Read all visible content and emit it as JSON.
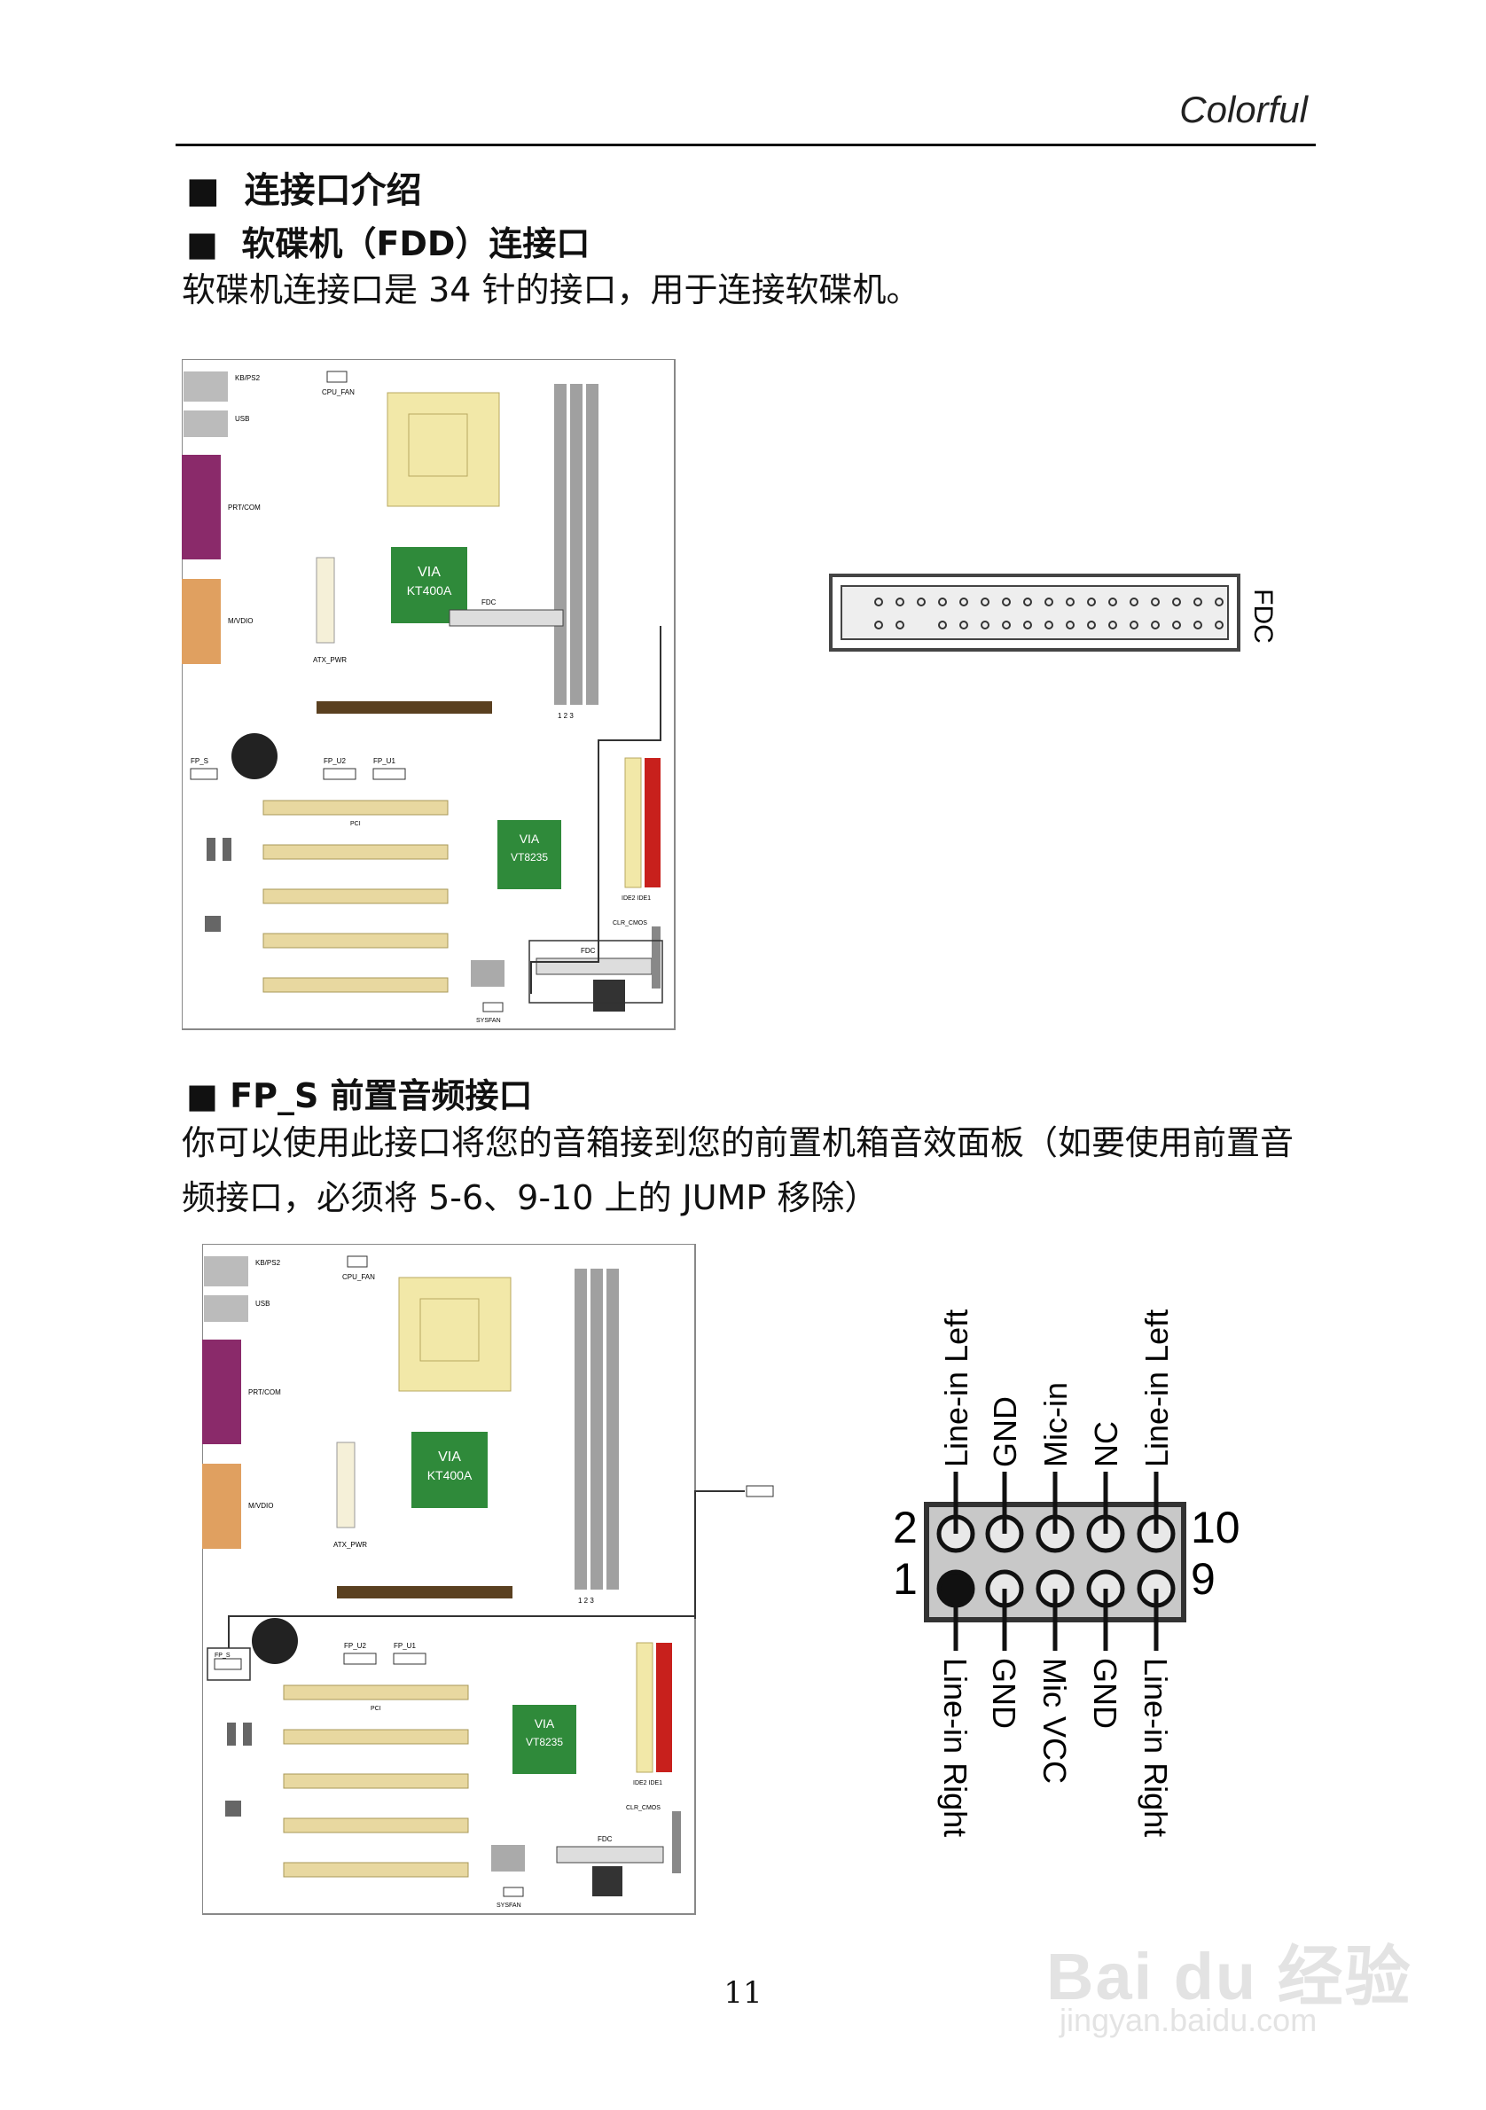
{
  "header": {
    "brand": "Colorful"
  },
  "section": {
    "title": "连接口介绍",
    "fdd": {
      "title": "软碟机（FDD）连接口",
      "description": "软碟机连接口是 34 针的接口，用于连接软碟机。",
      "connector_label": "FDC"
    },
    "fps": {
      "title": "FP_S 前置音频接口",
      "description": "你可以使用此接口将您的音箱接到您的前置机箱音效面板（如要使用前置音频接口，必须将 5-6、9-10 上的 JUMP 移除）",
      "pin_numbers": {
        "top_left": "2",
        "bottom_left": "1",
        "top_right": "10",
        "bottom_right": "9"
      },
      "top_labels": [
        "Line-in Left",
        "GND",
        "Mic-in",
        "NC",
        "Line-in Left"
      ],
      "bottom_labels": [
        "Line-in Right",
        "GND",
        "Mic VCC",
        "GND",
        "Line-in Right"
      ]
    }
  },
  "board": {
    "chip1_brand": "VIA",
    "chip1_model": "KT400A",
    "chip2_brand": "VIA",
    "chip2_model": "VT8235",
    "label_kb": "KB/PS2",
    "label_usb": "USB",
    "label_prt": "PRT/COM",
    "label_vga": "M/VDIO",
    "label_cpufan": "CPU_FAN",
    "label_atx": "ATX_PWR",
    "label_fdc": "FDC",
    "label_fpu2": "FP_U2",
    "label_fpu1": "FP_U1",
    "label_fps": "FP_S",
    "label_sysfan": "SYSFAN",
    "label_ide": "IDE2 IDE1",
    "label_dimm": "1  2  3",
    "label_pci": "PCI",
    "label_cmos": "CLR_CMOS"
  },
  "footer": {
    "page_number": "11"
  },
  "watermark": {
    "line1": "Bai du 经验",
    "line2": "jingyan.baidu.com"
  }
}
